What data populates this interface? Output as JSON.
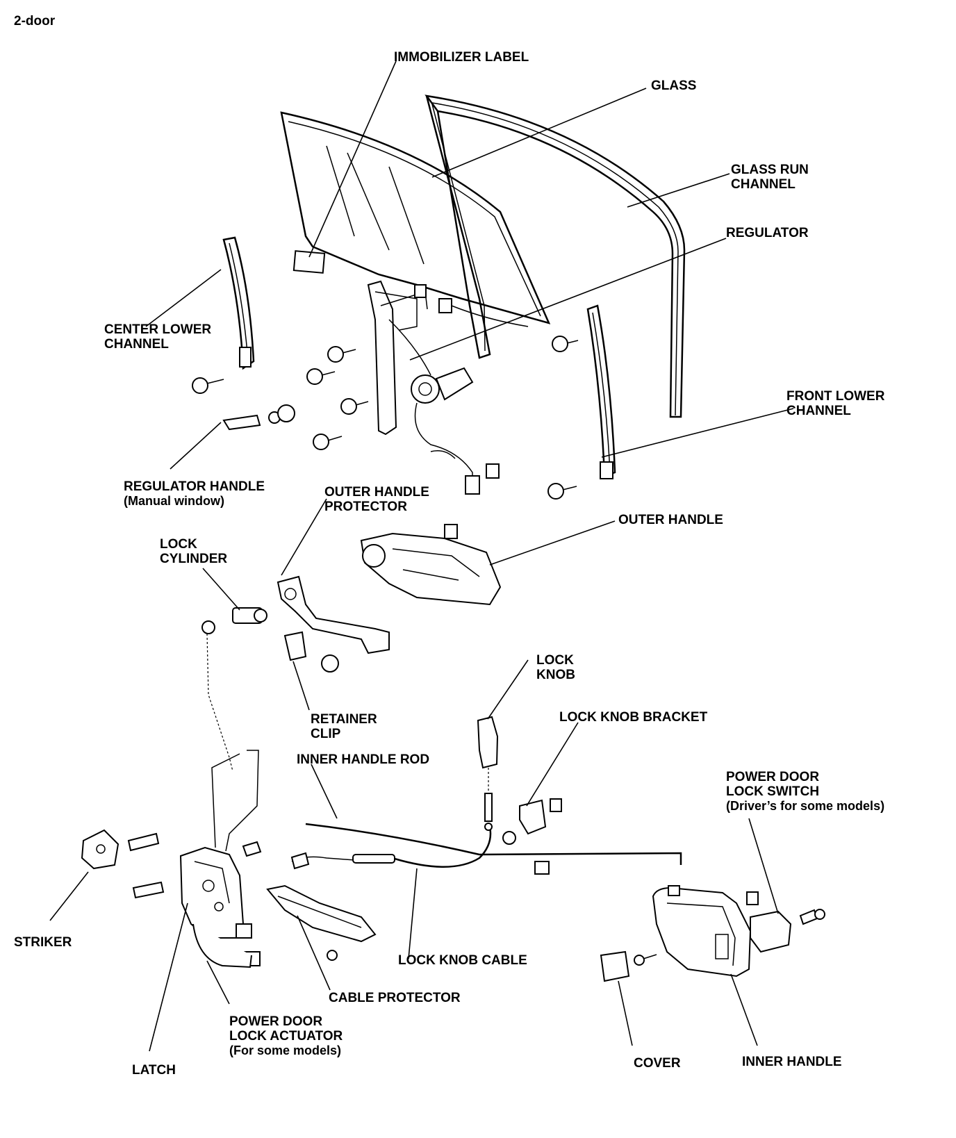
{
  "title": "2-door",
  "labels": {
    "immobilizer_label": "IMMOBILIZER LABEL",
    "glass": "GLASS",
    "glass_run_channel_1": "GLASS RUN",
    "glass_run_channel_2": "CHANNEL",
    "regulator": "REGULATOR",
    "center_lower_channel_1": "CENTER LOWER",
    "center_lower_channel_2": "CHANNEL",
    "front_lower_channel_1": "FRONT LOWER",
    "front_lower_channel_2": "CHANNEL",
    "regulator_handle_1": "REGULATOR HANDLE",
    "regulator_handle_2": "(Manual window)",
    "outer_handle_protector_1": "OUTER HANDLE",
    "outer_handle_protector_2": "PROTECTOR",
    "outer_handle": "OUTER HANDLE",
    "lock_cylinder_1": "LOCK",
    "lock_cylinder_2": "CYLINDER",
    "retainer_clip_1": "RETAINER",
    "retainer_clip_2": "CLIP",
    "lock_knob_1": "LOCK",
    "lock_knob_2": "KNOB",
    "lock_knob_bracket": "LOCK KNOB BRACKET",
    "inner_handle_rod": "INNER HANDLE ROD",
    "power_door_lock_switch_1": "POWER DOOR",
    "power_door_lock_switch_2": "LOCK SWITCH",
    "power_door_lock_switch_3": "(Driver’s for some models)",
    "striker": "STRIKER",
    "lock_knob_cable": "LOCK KNOB CABLE",
    "cable_protector": "CABLE PROTECTOR",
    "power_door_lock_actuator_1": "POWER DOOR",
    "power_door_lock_actuator_2": "LOCK ACTUATOR",
    "power_door_lock_actuator_3": "(For some models)",
    "latch": "LATCH",
    "cover": "COVER",
    "inner_handle": "INNER HANDLE"
  }
}
